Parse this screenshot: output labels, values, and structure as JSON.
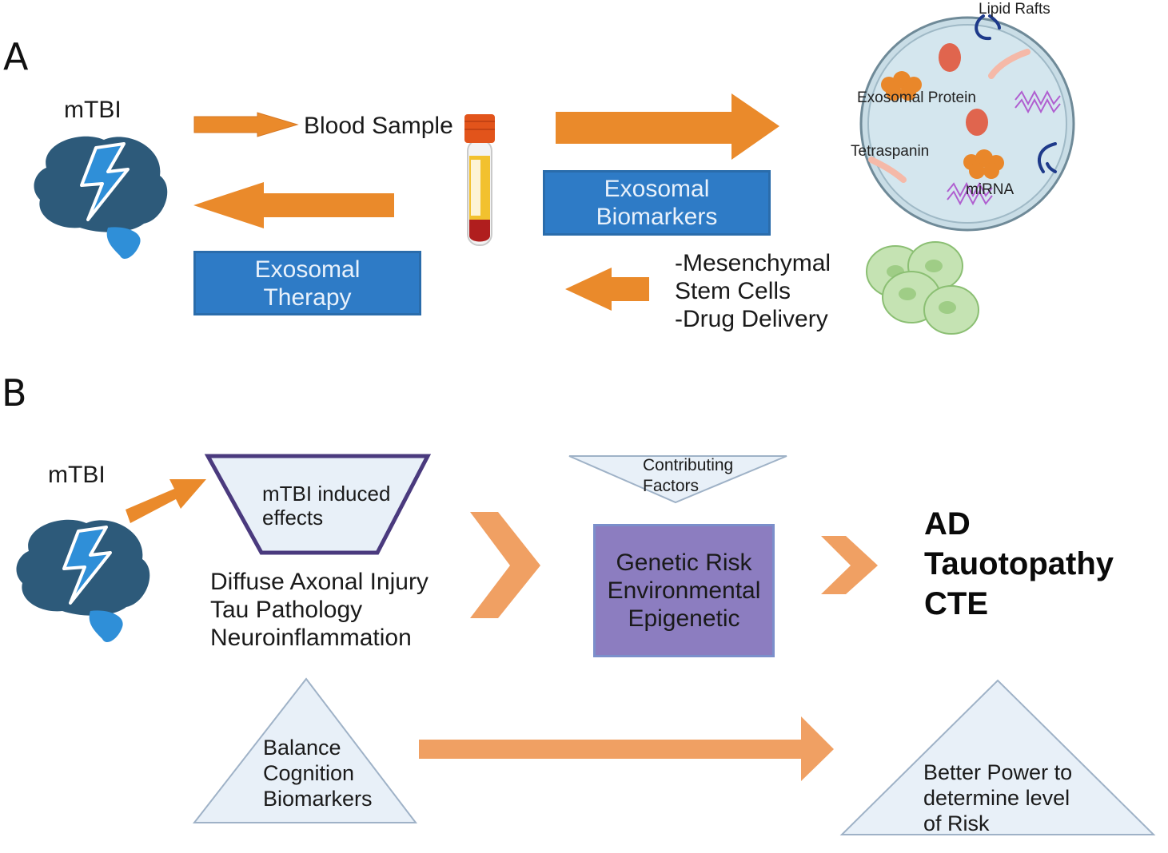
{
  "panel_a": {
    "letter": "A",
    "mtbi_label": "mTBI",
    "blood_sample": "Blood Sample",
    "exosomal_biomarkers": [
      "Exosomal",
      "Biomarkers"
    ],
    "exosomal_therapy": [
      "Exosomal",
      "Therapy"
    ],
    "exosome_labels": {
      "lipid_rafts": "Lipid Rafts",
      "exosomal_protein": "Exosomal Protein",
      "tetraspanin": "Tetraspanin",
      "mirna": "miRNA"
    },
    "sources": [
      "-Mesenchymal",
      "Stem Cells",
      "-Drug Delivery"
    ]
  },
  "panel_b": {
    "letter": "B",
    "mtbi_label": "mTBI",
    "induced_effects": [
      "mTBI induced",
      "effects"
    ],
    "effects_list": [
      "Diffuse Axonal Injury",
      "Tau Pathology",
      "Neuroinflammation"
    ],
    "contributing_factors": [
      "Contributing",
      "Factors"
    ],
    "risk_factors": [
      "Genetic Risk",
      "Environmental",
      "Epigenetic"
    ],
    "outcomes": [
      "AD",
      "Tauotopathy",
      "CTE"
    ],
    "measures": [
      "Balance",
      "Cognition",
      "Biomarkers"
    ],
    "better_power": [
      "Better Power to",
      "determine level",
      "of Risk"
    ]
  },
  "colors": {
    "arrow_orange": "#ea8a2b",
    "chevron_orange": "#f0a063",
    "box_blue": "#2e7bc6",
    "box_purple": "#8c7dc0",
    "brain_navy": "#2d5a7a",
    "bolt_blue": "#2f8fd8",
    "light_blue_fill": "#e8f0f8"
  }
}
